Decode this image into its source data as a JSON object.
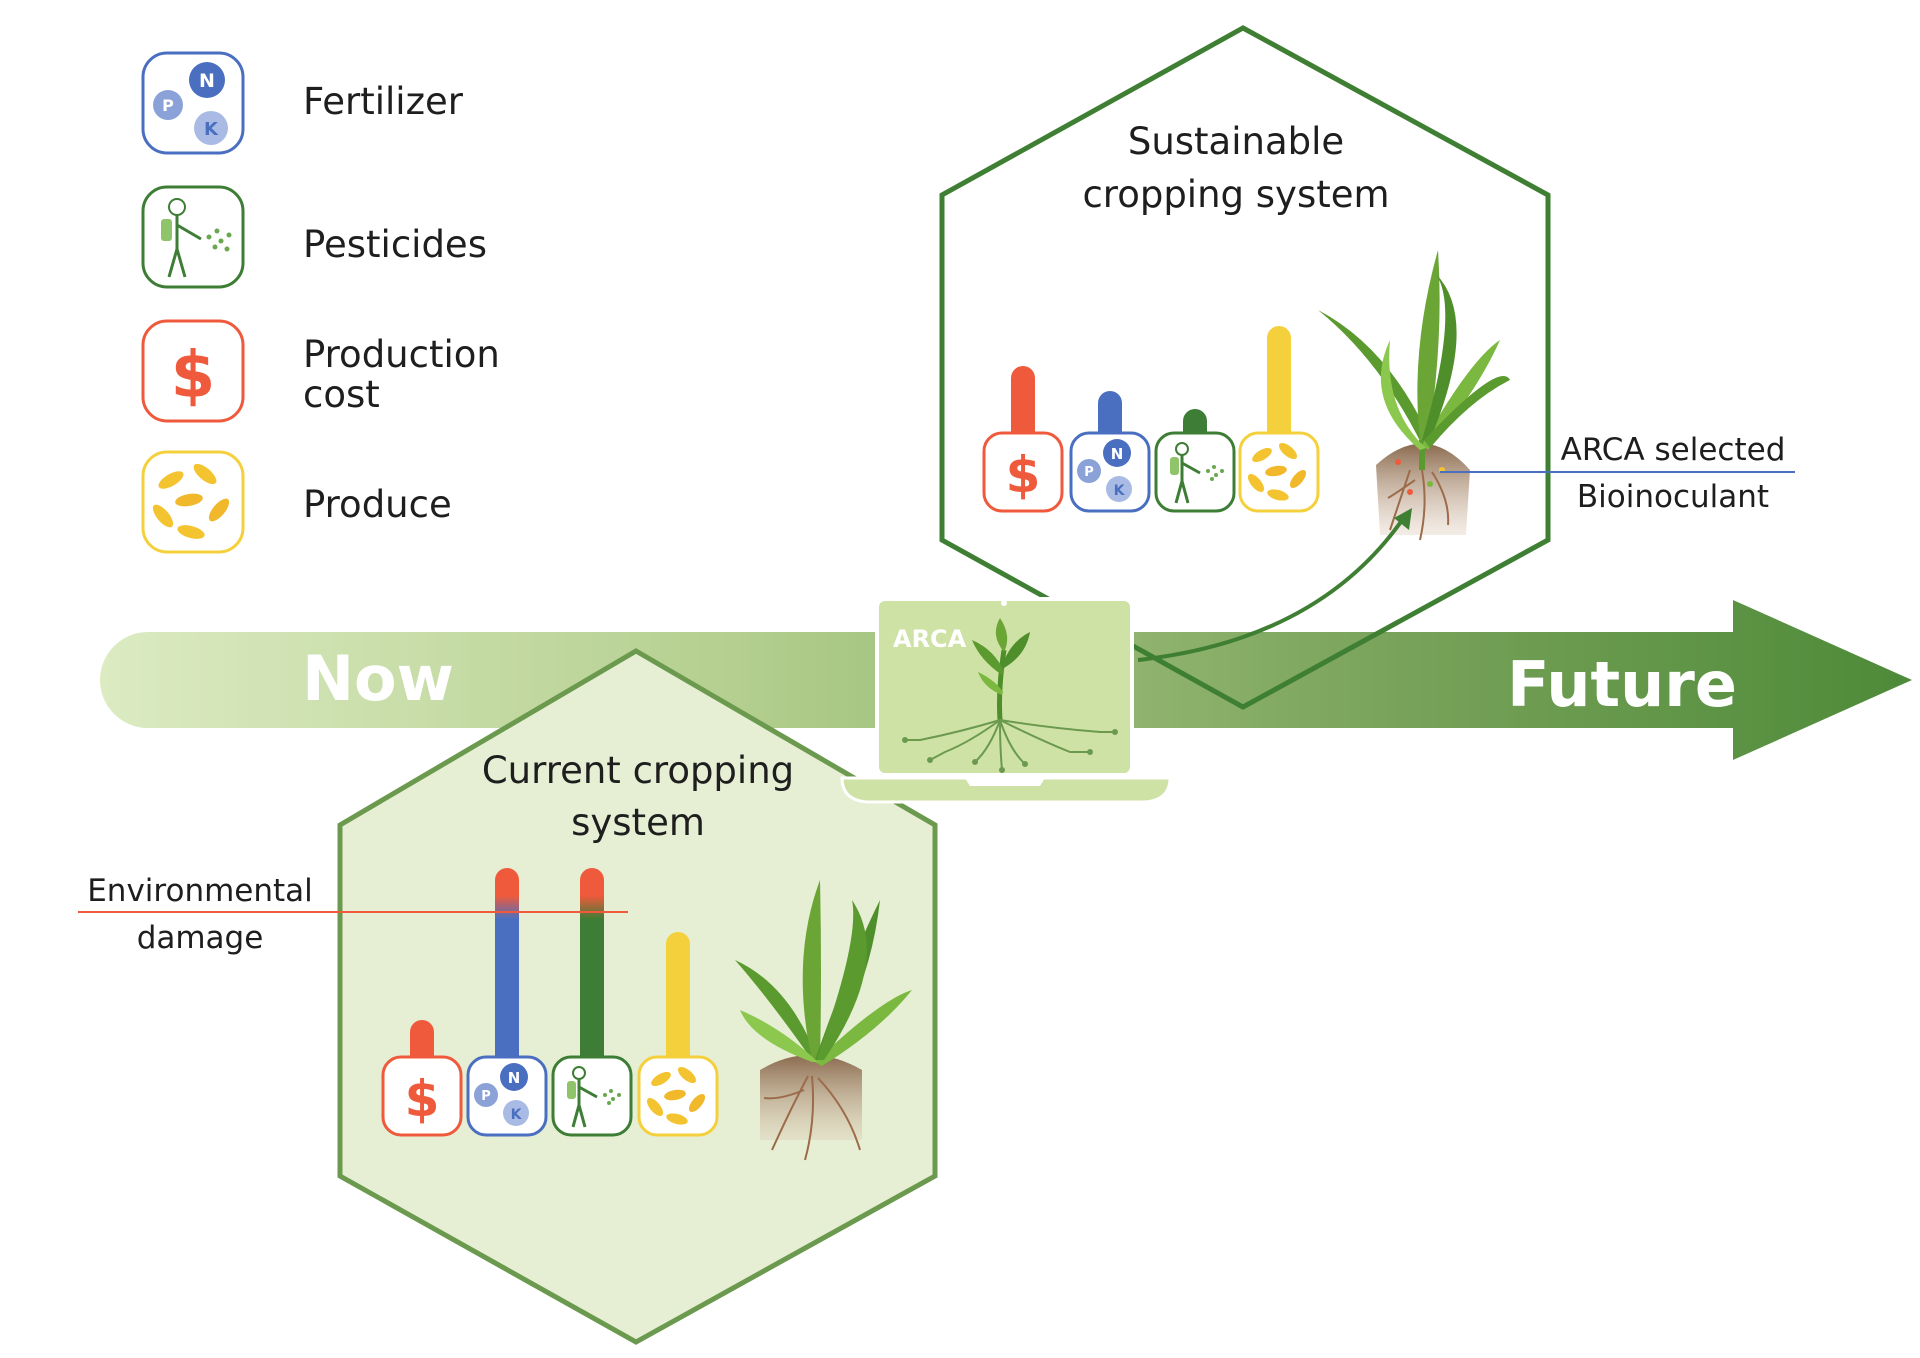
{
  "legend": {
    "fertilizer": "Fertilizer",
    "pesticides": "Pesticides",
    "production_cost_line1": "Production",
    "production_cost_line2": "cost",
    "produce": "Produce"
  },
  "icons": {
    "fertilizer": "npk-fertilizer-icon",
    "pesticides": "pesticide-sprayer-icon",
    "production_cost": "dollar-icon",
    "produce": "grains-icon"
  },
  "npk": {
    "n": "N",
    "p": "P",
    "k": "K"
  },
  "dollar": "$",
  "timeline": {
    "now": "Now",
    "future": "Future"
  },
  "current": {
    "title_line1": "Current cropping",
    "title_line2": "system",
    "annotation_line1": "Environmental",
    "annotation_line2": "damage"
  },
  "sustainable": {
    "title_line1": "Sustainable",
    "title_line2": "cropping system",
    "annotation_line1": "ARCA selected",
    "annotation_line2": "Bioinoculant"
  },
  "laptop": {
    "label": "ARCA"
  },
  "colors": {
    "cost": "#ef5a3c",
    "fertilizer": "#4a6fc0",
    "pesticides": "#3e7d35",
    "produce": "#f4d03c",
    "hex_stroke_current": "#6b9a4f",
    "hex_fill_current": "#e6eed3",
    "hex_stroke_sustainable": "#3f7f33",
    "arrow_dark": "#4e8a3a",
    "arrow_light": "#d7e8bb"
  }
}
